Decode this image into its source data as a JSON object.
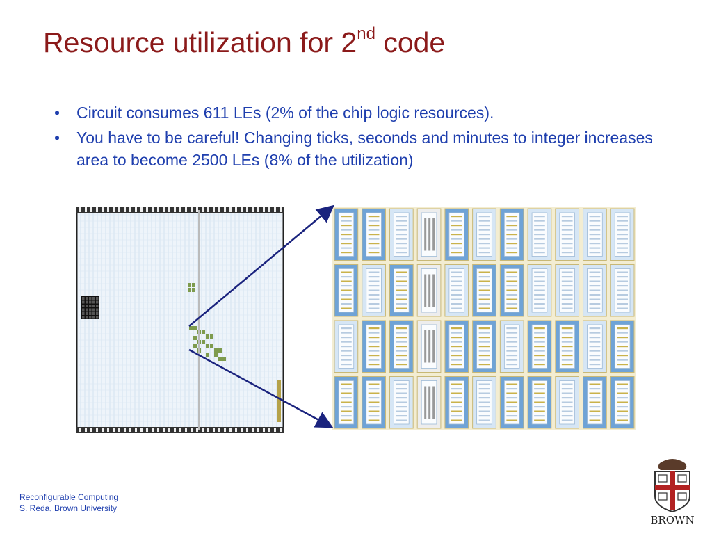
{
  "slide": {
    "title_main": "Resource utilization for 2",
    "title_sup": "nd",
    "title_end": " code",
    "bullets": [
      "Circuit consumes 611 LEs (2% of the chip logic resources).",
      "You have to be careful! Changing ticks, seconds and minutes to integer increases area to become 2500 LEs (8% of the utilization)"
    ],
    "bullet_marker": "•"
  },
  "footer": {
    "line1": "Reconfigurable Computing",
    "line2": "S. Reda, Brown University"
  },
  "logo": {
    "wordmark": "BROWN"
  },
  "colors": {
    "title": "#8B1A1A",
    "body_text": "#1F3FAE",
    "arrow": "#1A237E",
    "chip_border": "#222222",
    "le_block": "#6FA3D6",
    "le_block_light": "#D6E6F5",
    "used_logic": "#C9B24A",
    "grid_line": "#E6D9A8"
  }
}
